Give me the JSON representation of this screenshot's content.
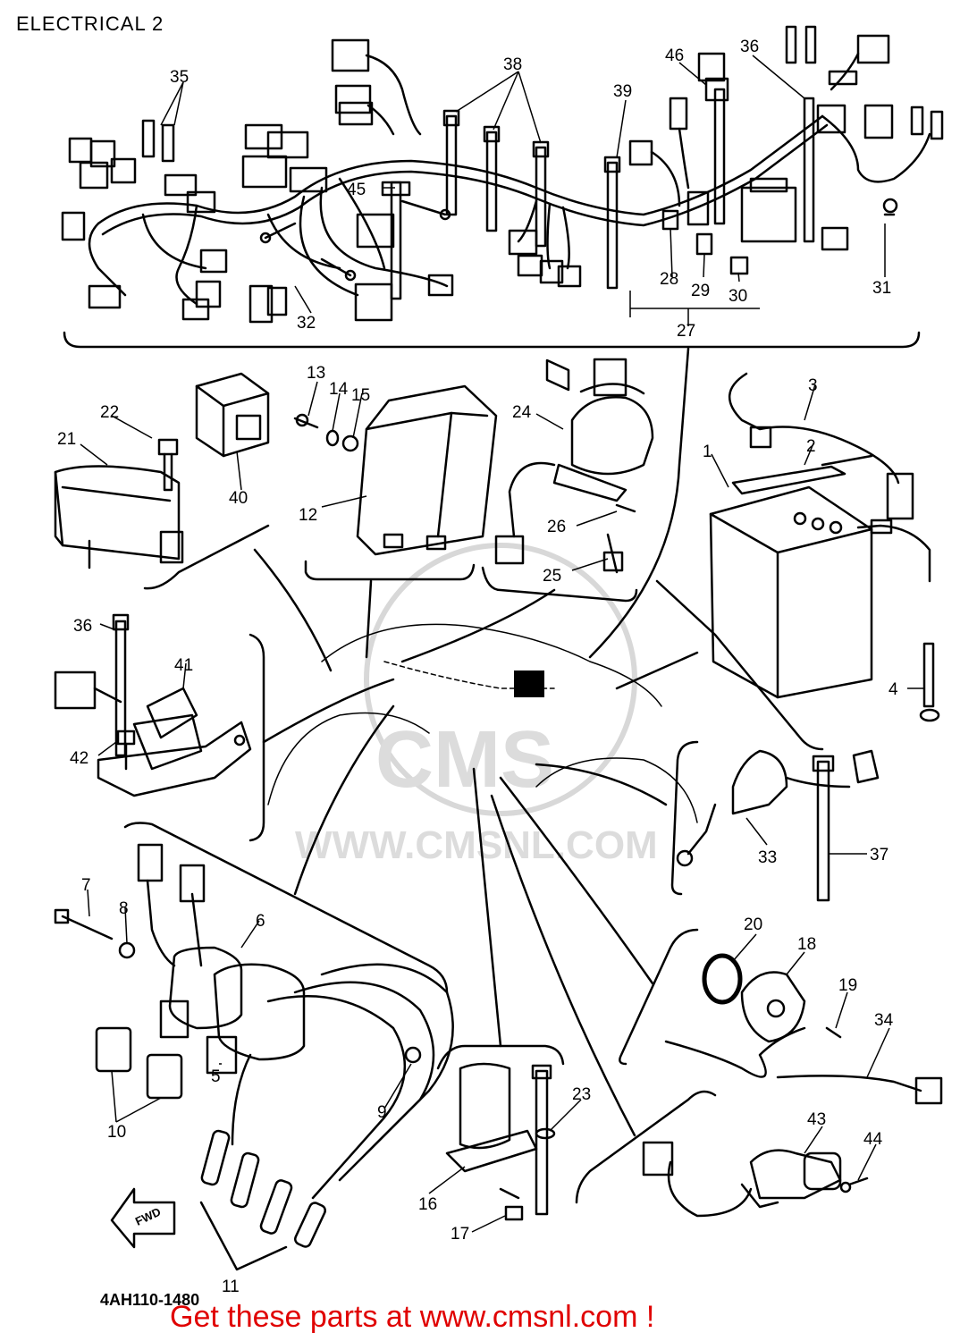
{
  "title": "ELECTRICAL 2",
  "diagram_code": "4AH110-1480",
  "footer_text": "Get these parts at www.cmsnl.com !",
  "watermark": {
    "line1": "CMS",
    "line2": "WWW.CMSNL.COM"
  },
  "fwd_label": "FWD",
  "callouts": {
    "c1": "1",
    "c2": "2",
    "c3": "3",
    "c4": "4",
    "c5": "5",
    "c6": "6",
    "c7": "7",
    "c8": "8",
    "c9": "9",
    "c10": "10",
    "c11": "11",
    "c12": "12",
    "c13": "13",
    "c14": "14",
    "c15": "15",
    "c16": "16",
    "c17": "17",
    "c18": "18",
    "c19": "19",
    "c20": "20",
    "c21": "21",
    "c22": "22",
    "c23": "23",
    "c24": "24",
    "c25": "25",
    "c26": "26",
    "c27": "27",
    "c28": "28",
    "c29": "29",
    "c30": "30",
    "c31": "31",
    "c32": "32",
    "c33": "33",
    "c34": "34",
    "c35": "35",
    "c36a": "36",
    "c36b": "36",
    "c37": "37",
    "c38": "38",
    "c39": "39",
    "c40": "40",
    "c41": "41",
    "c42": "42",
    "c43": "43",
    "c44": "44",
    "c45": "45",
    "c46": "46"
  },
  "colors": {
    "line": "#000000",
    "footer": "#e00000",
    "watermark": "#d8d8d8"
  }
}
